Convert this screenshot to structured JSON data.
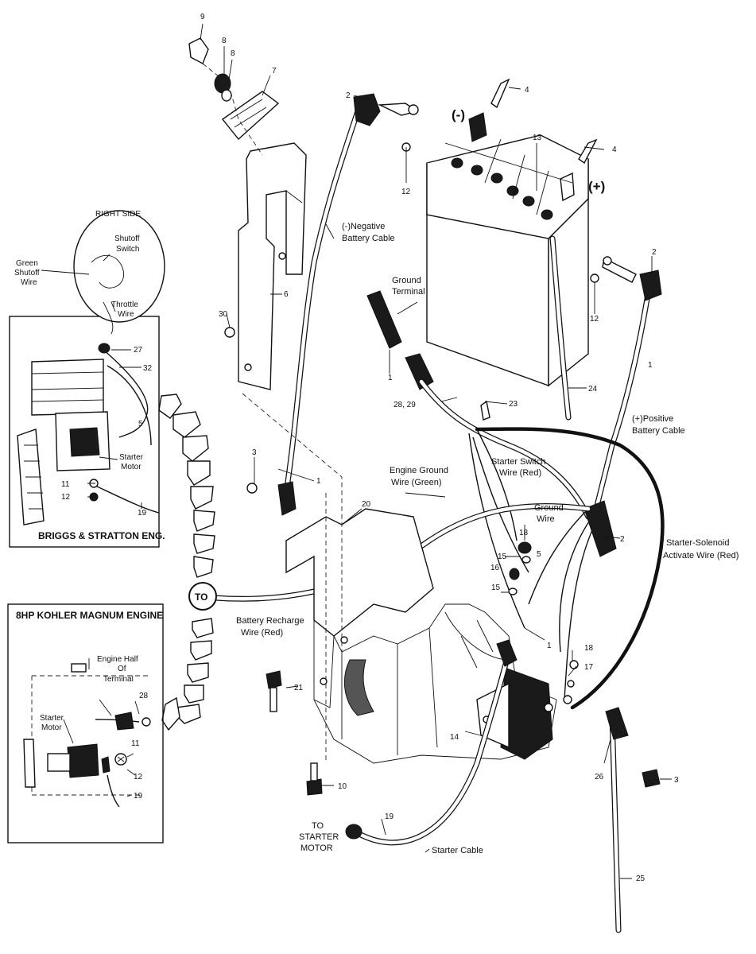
{
  "labels": {
    "neg_cable": [
      "(-)Negative",
      "Battery Cable"
    ],
    "ground_terminal": [
      "Ground",
      "Terminal"
    ],
    "pos_cable": [
      "(+)Positive",
      "Battery Cable"
    ],
    "engine_ground": [
      "Engine Ground",
      "Wire (Green)"
    ],
    "starter_switch": [
      "Starter Switch",
      "Wire (Red)"
    ],
    "ground_wire": [
      "Ground",
      "Wire"
    ],
    "solenoid_wire": [
      "Starter-Solenoid",
      "Activate Wire (Red)"
    ],
    "recharge_wire": [
      "Battery Recharge",
      "Wire (Red)"
    ],
    "to": "TO",
    "to_starter": [
      "TO",
      "STARTER",
      "MOTOR"
    ],
    "starter_cable": "Starter Cable",
    "neg_symbol": "(-)",
    "pos_symbol": "(+)",
    "right_side": "RIGHT SIDE",
    "shutoff_switch": [
      "Shutoff",
      "Switch"
    ],
    "green_shutoff": [
      "Green",
      "Shutoff",
      "Wire"
    ],
    "throttle_wire": [
      "Throttle",
      "Wire"
    ],
    "briggs_starter": [
      "Starter",
      "Motor"
    ],
    "briggs_title": "BRIGGS & STRATTON ENG.",
    "kohler_title": "8HP KOHLER MAGNUM ENGINE",
    "kohler_terminal": [
      "Engine Half",
      "Of",
      "Terminal"
    ],
    "kohler_starter": [
      "Starter",
      "Motor"
    ]
  },
  "part_numbers": {
    "p9": "9",
    "p8": "8",
    "p8b": "8",
    "p7": "7",
    "p2a": "2",
    "p4a": "4",
    "p4b": "4",
    "p12a": "12",
    "p13": "13",
    "p2b": "2",
    "p12b": "12",
    "p6": "6",
    "p30": "30",
    "p1a": "1",
    "p1b": "1",
    "p28": "28, 29",
    "p23": "23",
    "p24": "24",
    "p3a": "3",
    "p1c": "1",
    "p20": "20",
    "p18a": "18",
    "p5": "5",
    "p2c": "2",
    "p16": "16",
    "p15": "15",
    "p1d": "1",
    "p18b": "18",
    "p17": "17",
    "p21": "21",
    "p14": "14",
    "p26": "26",
    "p3b": "3",
    "p10": "10",
    "p19": "19",
    "p25": "25",
    "p27": "27",
    "p32": "32",
    "p5b": "5",
    "p11a": "11",
    "p12c": "12",
    "p19b": "19",
    "p28b": "28",
    "p11b": "11",
    "p12d": "12",
    "p19c": "19"
  }
}
